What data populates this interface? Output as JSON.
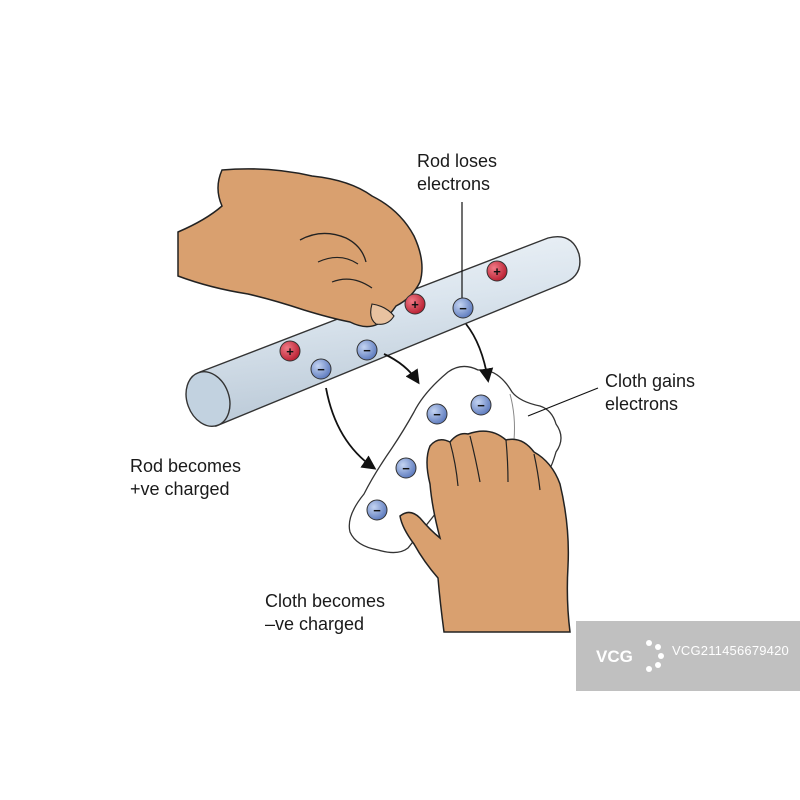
{
  "labels": {
    "rod_loses": [
      "Rod loses",
      "electrons"
    ],
    "cloth_gains": [
      "Cloth gains",
      "electrons"
    ],
    "rod_becomes": [
      "Rod becomes",
      "+ve charged"
    ],
    "cloth_becomes": [
      "Cloth becomes",
      "–ve charged"
    ]
  },
  "charge_symbols": {
    "positive": "+",
    "negative": "−"
  },
  "colors": {
    "positive_charge": "#c8283a",
    "negative_charge": "#6f8fd0",
    "skin": "#d9a06f",
    "rod": "#d7e2ec",
    "cloth": "#ffffff"
  },
  "watermark": {
    "logo_text": "VCG",
    "id_text": "VCG211456679420"
  }
}
